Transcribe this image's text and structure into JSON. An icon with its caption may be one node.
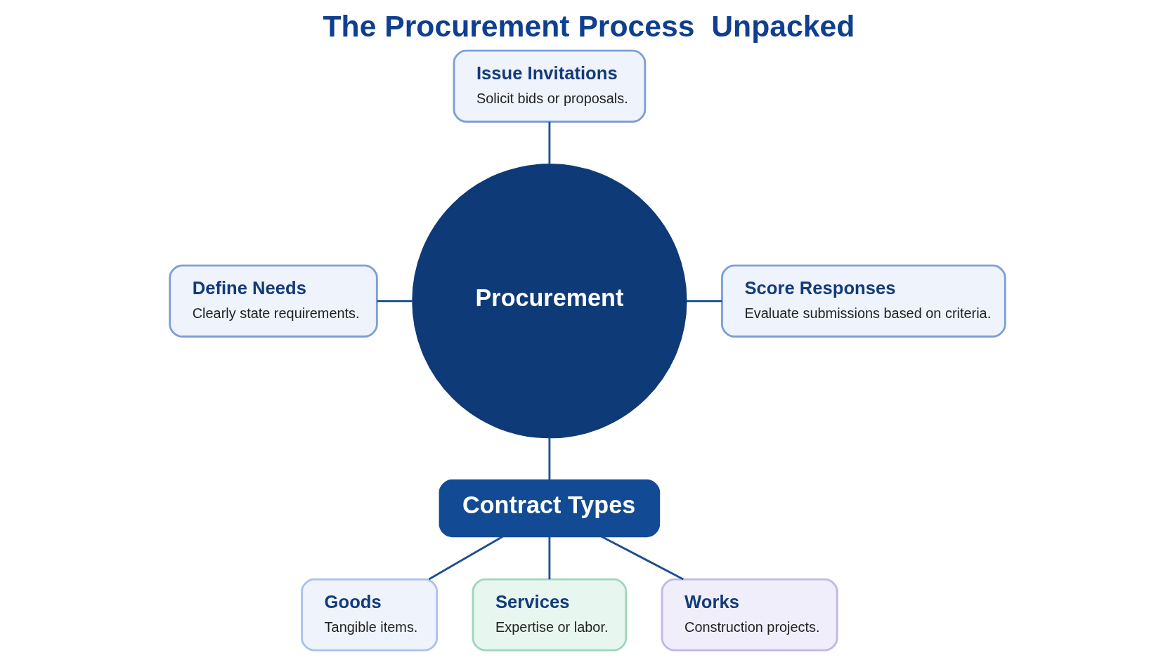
{
  "diagram": {
    "title": "The Procurement Process  Unpacked",
    "nodes": [
      {
        "text": [
          "Procurement"
        ]
      },
      {
        "text": [
          "Define Needs",
          "Clearly state requirements."
        ]
      },
      {
        "text": [
          "Issue Invitations",
          "Solicit bids or proposals."
        ]
      },
      {
        "text": [
          "Score Responses",
          "Evaluate submissions based on criteria."
        ]
      },
      {
        "text": [
          "Contract Types"
        ]
      },
      {
        "text": [
          "Goods",
          "Tangible items."
        ]
      },
      {
        "text": [
          "Services",
          "Expertise or labor."
        ]
      },
      {
        "text": [
          "Works",
          "Construction projects."
        ]
      }
    ],
    "edges": [
      {
        "from": 1,
        "to": 0,
        "arrow": "none"
      },
      {
        "from": 2,
        "to": 0,
        "arrow": "none"
      },
      {
        "from": 0,
        "to": 3,
        "arrow": "none"
      },
      {
        "from": 0,
        "to": 4,
        "arrow": "none"
      },
      {
        "from": 4,
        "to": 5,
        "arrow": "none"
      },
      {
        "from": 4,
        "to": 6,
        "arrow": "none"
      },
      {
        "from": 4,
        "to": 7,
        "arrow": "none"
      }
    ]
  }
}
